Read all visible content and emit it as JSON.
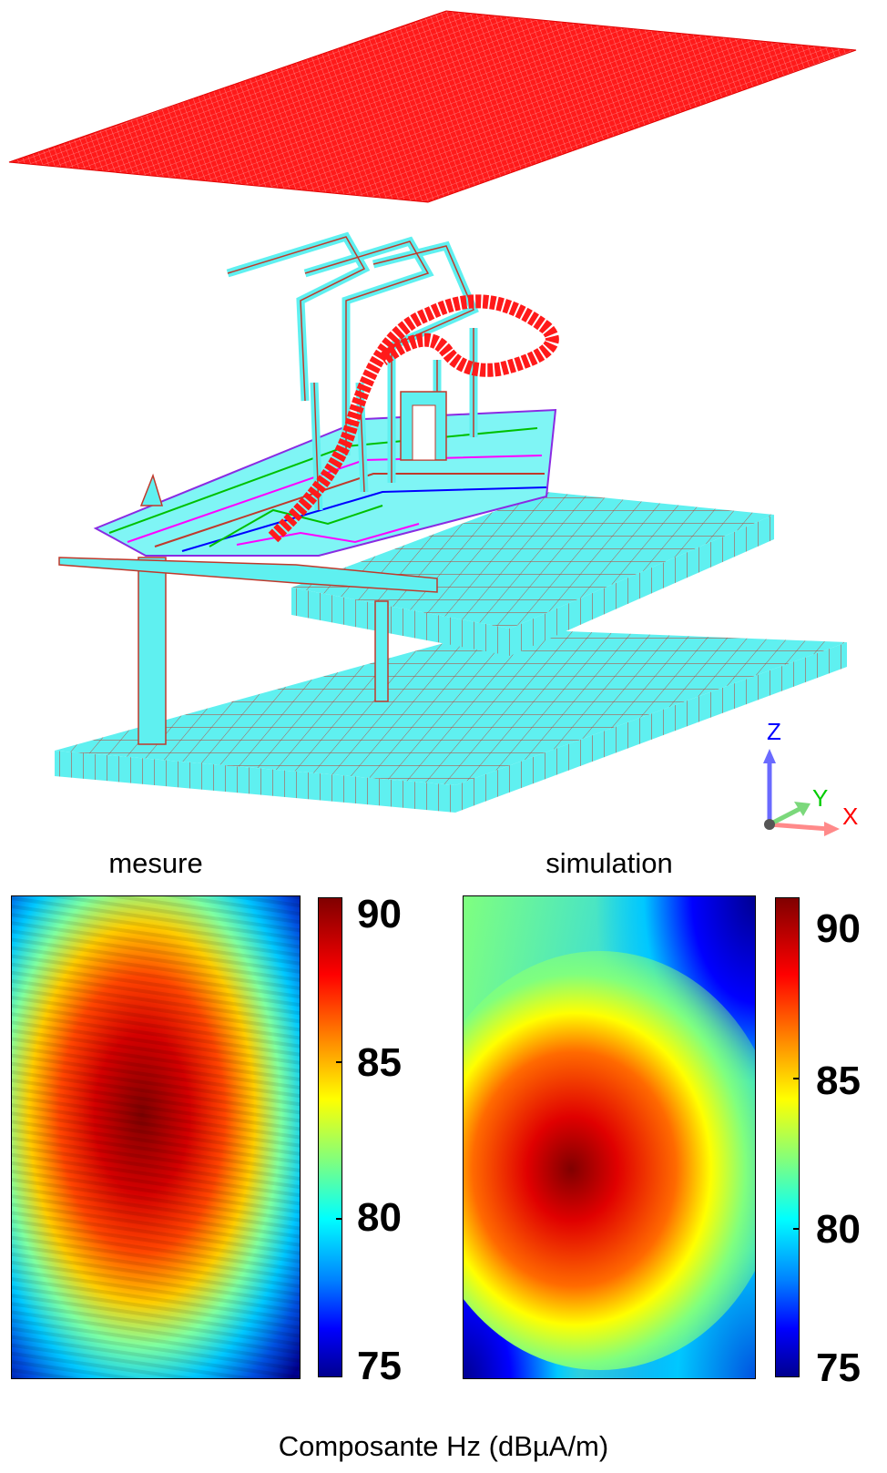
{
  "axes": {
    "z": "Z",
    "y": "Y",
    "x": "X"
  },
  "maps": [
    {
      "title": "mesure",
      "ticks": [
        "90",
        "85",
        "80",
        "75"
      ]
    },
    {
      "title": "simulation",
      "ticks": [
        "90",
        "85",
        "80",
        "75"
      ]
    }
  ],
  "caption": "Composante Hz (dBµA/m)",
  "colors": {
    "plate": "#ff1a1a",
    "mesh": "#5ff0f0",
    "edge": "#c0392b"
  }
}
